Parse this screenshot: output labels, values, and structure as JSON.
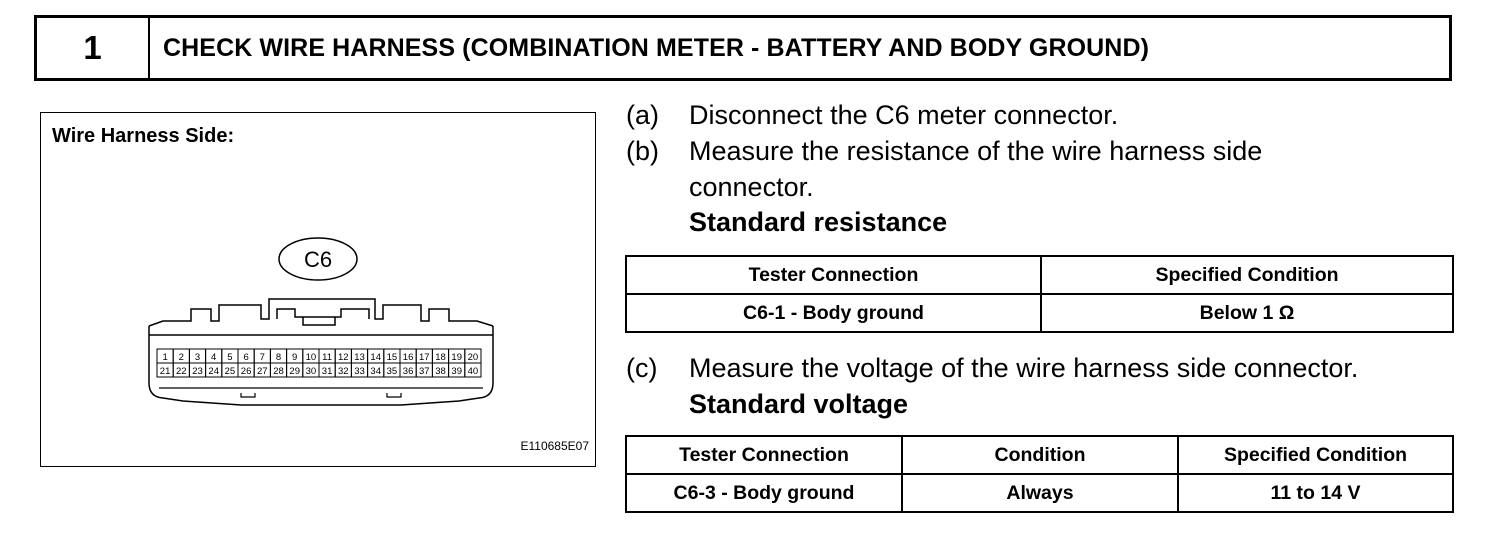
{
  "header": {
    "step_number": "1",
    "title": "CHECK WIRE HARNESS (COMBINATION METER - BATTERY AND BODY GROUND)"
  },
  "figure": {
    "label": "Wire Harness Side:",
    "connector_name": "C6",
    "pins_top": [
      "1",
      "2",
      "3",
      "4",
      "5",
      "6",
      "7",
      "8",
      "9",
      "10",
      "11",
      "12",
      "13",
      "14",
      "15",
      "16",
      "17",
      "18",
      "19",
      "20"
    ],
    "pins_bottom": [
      "21",
      "22",
      "23",
      "24",
      "25",
      "26",
      "27",
      "28",
      "29",
      "30",
      "31",
      "32",
      "33",
      "34",
      "35",
      "36",
      "37",
      "38",
      "39",
      "40"
    ],
    "figure_id": "E110685E07"
  },
  "steps": [
    {
      "letter": "(a)",
      "lines": [
        "Disconnect the C6 meter connector."
      ]
    },
    {
      "letter": "(b)",
      "lines": [
        "Measure the resistance of the wire harness side",
        "connector."
      ]
    },
    {
      "letter": "(c)",
      "lines": [
        "Measure the voltage of the wire harness side connector."
      ]
    }
  ],
  "resistance": {
    "heading": "Standard resistance",
    "columns": [
      "Tester Connection",
      "Specified Condition"
    ],
    "rows": [
      [
        "C6-1 - Body ground",
        "Below 1 Ω"
      ]
    ]
  },
  "voltage": {
    "heading": "Standard voltage",
    "columns": [
      "Tester Connection",
      "Condition",
      "Specified Condition"
    ],
    "rows": [
      [
        "C6-3 - Body ground",
        "Always",
        "11 to 14 V"
      ]
    ]
  }
}
